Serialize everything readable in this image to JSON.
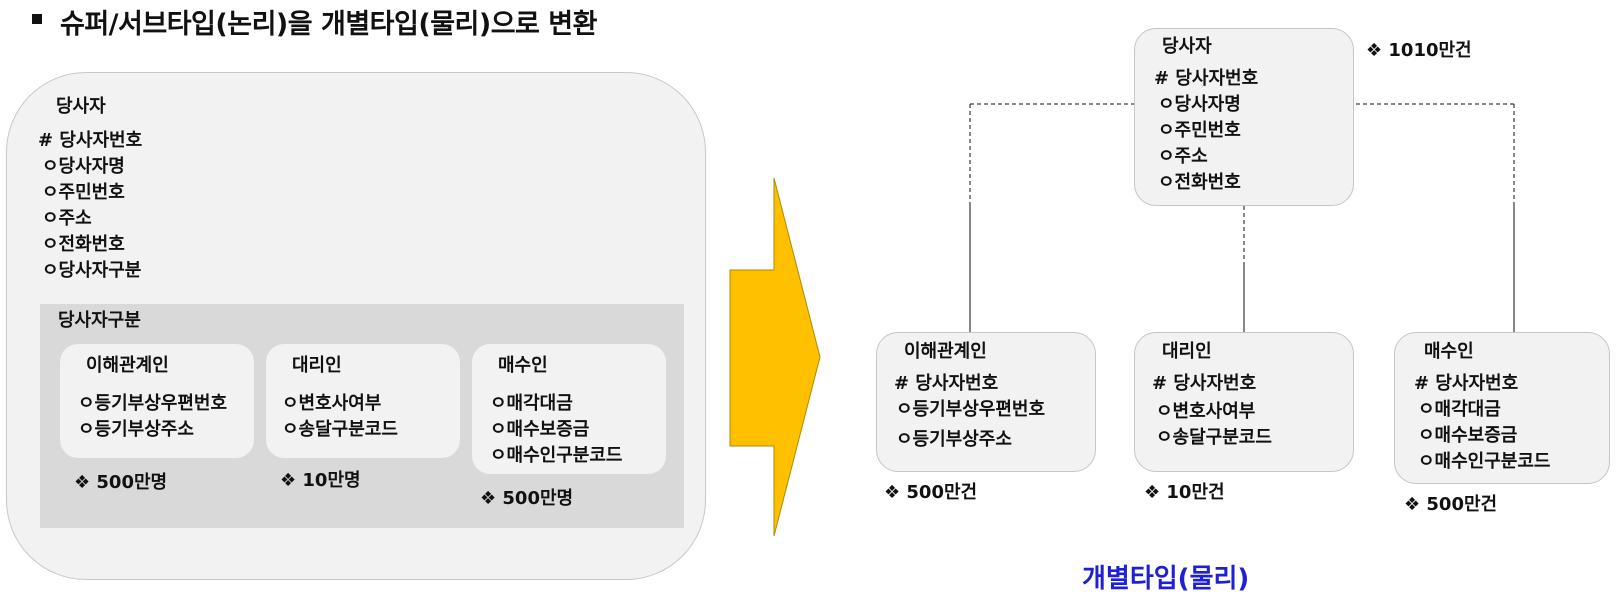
{
  "title": "슈퍼/서브타입(논리)을 개별타입(물리)으로 변환",
  "logical": {
    "entity": "당사자",
    "pk": "# 당사자번호",
    "attributes": [
      "ㅇ당사자명",
      "ㅇ주민번호",
      "ㅇ주소",
      "ㅇ전화번호",
      "ㅇ당사자구분"
    ],
    "subtype_label": "당사자구분",
    "subtypes": [
      {
        "name": "이해관계인",
        "attributes": [
          "ㅇ등기부상우편번호",
          "ㅇ등기부상주소"
        ],
        "count": "❖  500만명"
      },
      {
        "name": "대리인",
        "attributes": [
          "ㅇ변호사여부",
          "ㅇ송달구분코드"
        ],
        "count": "❖  10만명"
      },
      {
        "name": "매수인",
        "attributes": [
          "ㅇ매각대금",
          "ㅇ매수보증금",
          "ㅇ매수인구분코드"
        ],
        "count": "❖  500만명"
      }
    ]
  },
  "physical": {
    "parent": {
      "name": "당사자",
      "pk": "# 당사자번호",
      "attributes": [
        "ㅇ당사자명",
        "ㅇ주민번호",
        "ㅇ주소",
        "ㅇ전화번호"
      ],
      "count": "❖  1010만건"
    },
    "children": [
      {
        "name": "이해관계인",
        "pk": "# 당사자번호",
        "attributes": [
          "ㅇ등기부상우편번호",
          "ㅇ등기부상주소"
        ],
        "count": "❖  500만건"
      },
      {
        "name": "대리인",
        "pk": "# 당사자번호",
        "attributes": [
          "ㅇ변호사여부",
          "ㅇ송달구분코드"
        ],
        "count": "❖  10만건"
      },
      {
        "name": "매수인",
        "pk": "# 당사자번호",
        "attributes": [
          "ㅇ매각대금",
          "ㅇ매수보증금",
          "ㅇ매수인구분코드"
        ],
        "count": "❖  500만건"
      }
    ],
    "caption": "개별타입(물리)"
  },
  "colors": {
    "arrow": "#ffc000",
    "caption": "#1f1fd6",
    "box": "#f2f2f2",
    "inner": "#d9d9d9"
  }
}
